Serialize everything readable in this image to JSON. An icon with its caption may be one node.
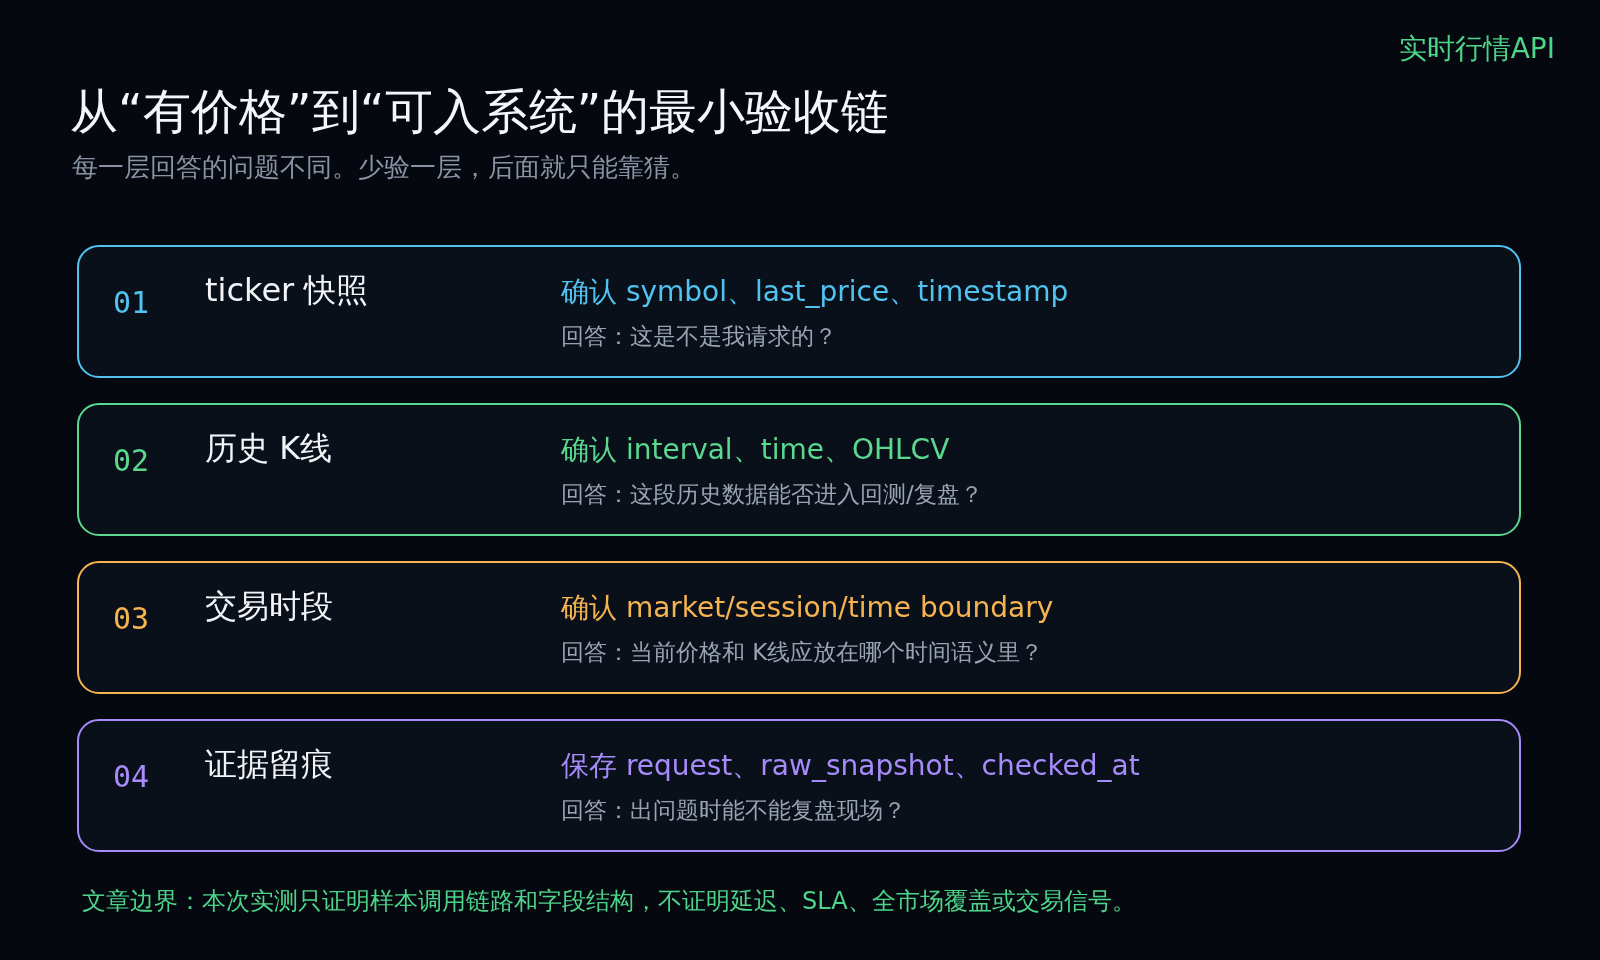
{
  "diagram": {
    "title": "从“有价格”到“可入系统”的最小验收链",
    "caption": "文章边界：本次实测只证明样本调用链路和字段结构，不证明延迟、SLA、全市场覆盖或交易信号。",
    "nodes": [
      {
        "text": [
          "01",
          "ticker 快照",
          "确认 symbol、last_price、timestamp",
          "回答：这是不是我请求的？"
        ]
      },
      {
        "text": [
          "02",
          "历史 K线",
          "确认 interval、time、OHLCV",
          "回答：这段历史数据能否进入回测/复盘？"
        ]
      },
      {
        "text": [
          "03",
          "交易时段",
          "确认 market/session/time boundary",
          "回答：当前价格和 K线应放在哪个时间语义里？"
        ]
      },
      {
        "text": [
          "04",
          "证据留痕",
          "保存 request、raw_snapshot、checked_at",
          "回答：出问题时能不能复盘现场？"
        ]
      }
    ],
    "edges": [],
    "labels": [
      "实时行情API",
      "每一层回答的问题不同。少验一层，后面就只能靠猜。"
    ]
  }
}
